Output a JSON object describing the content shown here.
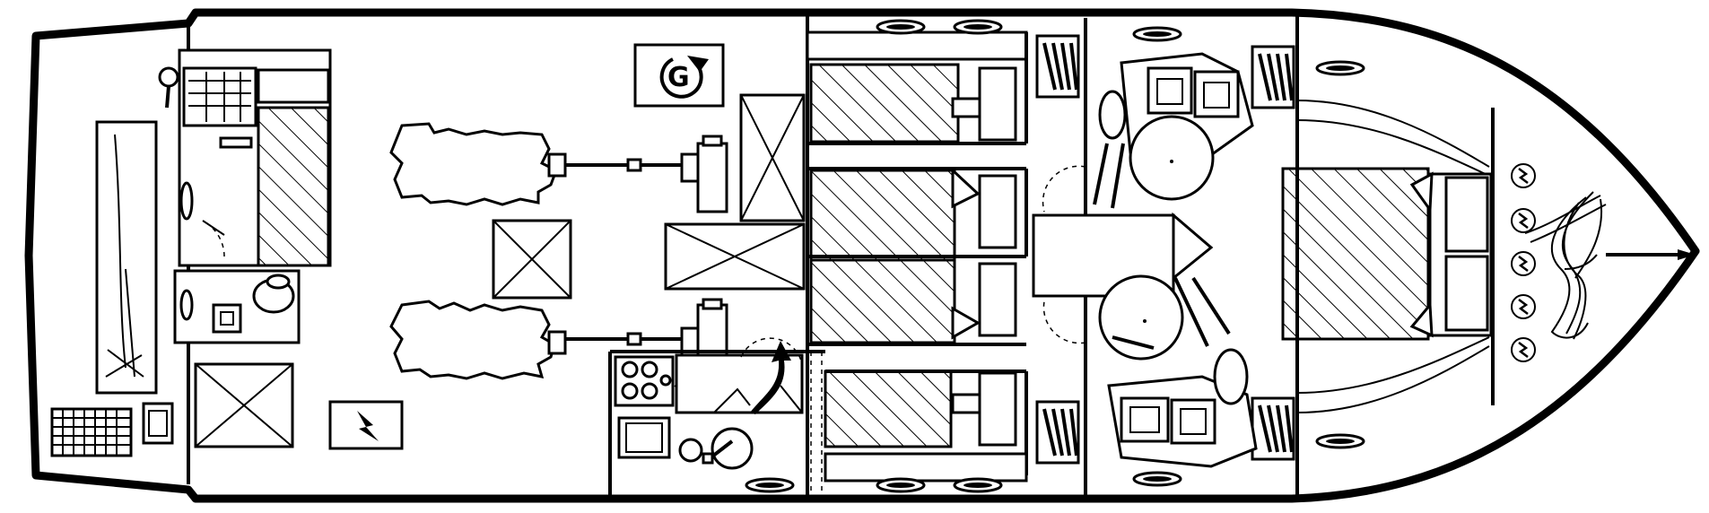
{
  "symbols": {
    "generator_label": "G",
    "electrical_symbol": "lightning-bolt",
    "stairs_symbol": "curved-arrow",
    "anchor_symbol": "coiled-rope"
  }
}
